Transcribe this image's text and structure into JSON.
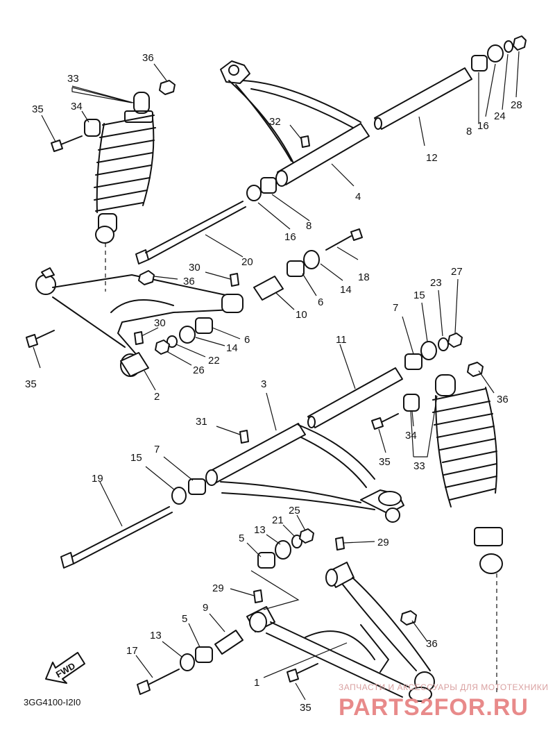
{
  "diagram": {
    "code": "3GG4100-I2I0",
    "fwd": "FWD",
    "watermark_small": "ЗАПЧАСТИ И АКСЕССУАРЫ ДЛЯ МОТОТЕХНИКИ",
    "watermark_big": "PARTS2FOR.RU",
    "callouts": [
      {
        "id": "c36a",
        "text": "36"
      },
      {
        "id": "c33a",
        "text": "33"
      },
      {
        "id": "c34a",
        "text": "34"
      },
      {
        "id": "c35a",
        "text": "35"
      },
      {
        "id": "c32",
        "text": "32"
      },
      {
        "id": "c8a",
        "text": "8"
      },
      {
        "id": "c16a",
        "text": "16"
      },
      {
        "id": "c24",
        "text": "24"
      },
      {
        "id": "c28",
        "text": "28"
      },
      {
        "id": "c12",
        "text": "12"
      },
      {
        "id": "c4",
        "text": "4"
      },
      {
        "id": "c16b",
        "text": "16"
      },
      {
        "id": "c8b",
        "text": "8"
      },
      {
        "id": "c20",
        "text": "20"
      },
      {
        "id": "c18",
        "text": "18"
      },
      {
        "id": "c30a",
        "text": "30"
      },
      {
        "id": "c36b",
        "text": "36"
      },
      {
        "id": "c14a",
        "text": "14"
      },
      {
        "id": "c6a",
        "text": "6"
      },
      {
        "id": "c10",
        "text": "10"
      },
      {
        "id": "c30b",
        "text": "30"
      },
      {
        "id": "c14b",
        "text": "14"
      },
      {
        "id": "c6b",
        "text": "6"
      },
      {
        "id": "c22",
        "text": "22"
      },
      {
        "id": "c26",
        "text": "26"
      },
      {
        "id": "c27",
        "text": "27"
      },
      {
        "id": "c23",
        "text": "23"
      },
      {
        "id": "c15a",
        "text": "15"
      },
      {
        "id": "c7a",
        "text": "7"
      },
      {
        "id": "c11",
        "text": "11"
      },
      {
        "id": "c35b",
        "text": "35"
      },
      {
        "id": "c2",
        "text": "2"
      },
      {
        "id": "c3",
        "text": "3"
      },
      {
        "id": "c36c",
        "text": "36"
      },
      {
        "id": "c31",
        "text": "31"
      },
      {
        "id": "c34b",
        "text": "34"
      },
      {
        "id": "c35c",
        "text": "35"
      },
      {
        "id": "c33b",
        "text": "33"
      },
      {
        "id": "c15b",
        "text": "15"
      },
      {
        "id": "c7b",
        "text": "7"
      },
      {
        "id": "c19",
        "text": "19"
      },
      {
        "id": "c25",
        "text": "25"
      },
      {
        "id": "c21",
        "text": "21"
      },
      {
        "id": "c13a",
        "text": "13"
      },
      {
        "id": "c5a",
        "text": "5"
      },
      {
        "id": "c29a",
        "text": "29"
      },
      {
        "id": "c29b",
        "text": "29"
      },
      {
        "id": "c9",
        "text": "9"
      },
      {
        "id": "c5b",
        "text": "5"
      },
      {
        "id": "c13b",
        "text": "13"
      },
      {
        "id": "c17",
        "text": "17"
      },
      {
        "id": "c36d",
        "text": "36"
      },
      {
        "id": "c1",
        "text": "1"
      },
      {
        "id": "c35d",
        "text": "35"
      }
    ]
  }
}
